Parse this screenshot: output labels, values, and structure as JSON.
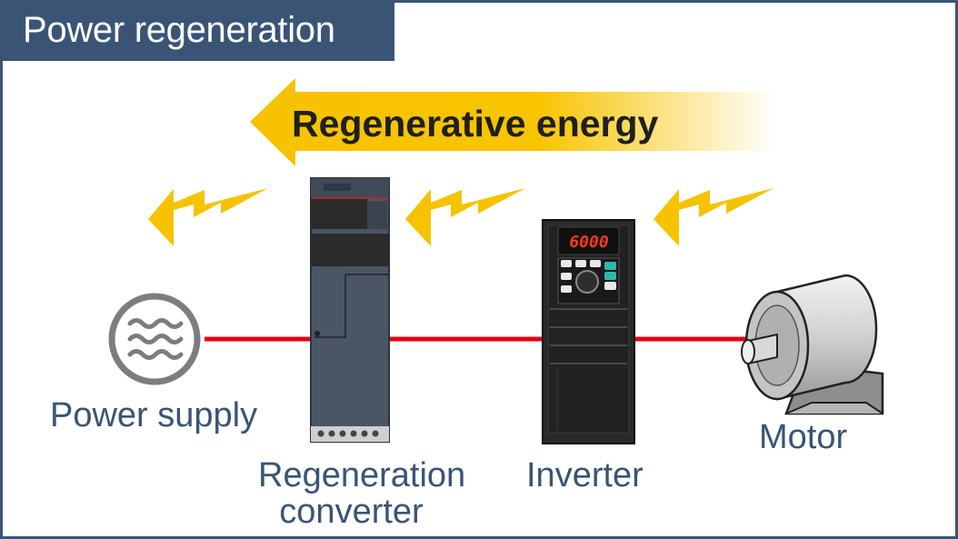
{
  "title": "Power regeneration",
  "energy_label": "Regenerative energy",
  "labels": {
    "power_supply": "Power supply",
    "regen_line1": "Regeneration",
    "regen_line2": "converter",
    "inverter": "Inverter",
    "motor": "Motor"
  },
  "inverter_display": "6000",
  "colors": {
    "title_bg": "#3a5476",
    "label_text": "#3a5476",
    "arrow_yellow": "#f7c200",
    "line_red": "#e60012",
    "converter_body": "#4a5566",
    "inverter_body": "#2a2a2a",
    "display_digits": "#ff3b1a"
  },
  "icons": {
    "power_supply": "ac-wave-icon",
    "energy_flow": "lightning-arrow-icon",
    "motor": "motor-icon"
  }
}
